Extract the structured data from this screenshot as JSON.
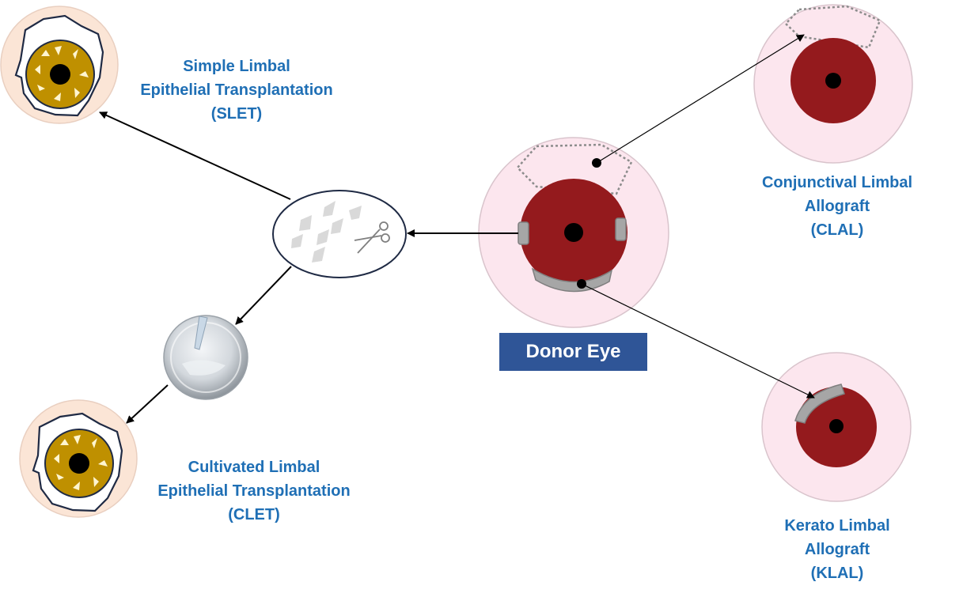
{
  "labels": {
    "slet": [
      "Simple Limbal",
      "Epithelial Transplantation",
      "(SLET)"
    ],
    "clet": [
      "Cultivated Limbal",
      "Epithelial Transplantation",
      "(CLET)"
    ],
    "clal": [
      "Conjunctival Limbal",
      "Allograft",
      "(CLAL)"
    ],
    "klal": [
      "Kerato Limbal",
      "Allograft",
      "(KLAL)"
    ],
    "donor": "Donor Eye"
  },
  "colors": {
    "label_text": "#1F6FB5",
    "donor_box": "#2F5597",
    "sclera_pink": "#FCE6EE",
    "sclera_peach": "#FBE5D6",
    "cornea_red": "#941A1D",
    "iris_gold": "#BF9000",
    "graft_gray": "#A6A6A6",
    "outline_navy": "#1F2A44"
  },
  "icons": {
    "scissors": "scissors-icon",
    "culture_dish": "culture-dish-icon"
  }
}
